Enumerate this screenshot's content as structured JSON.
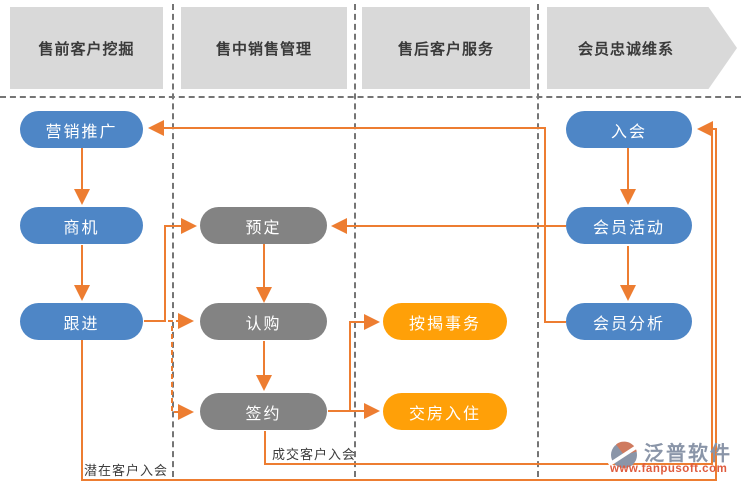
{
  "lanes": [
    {
      "label": "售前客户挖掘"
    },
    {
      "label": "售中销售管理"
    },
    {
      "label": "售后客户服务"
    },
    {
      "label": "会员忠诚维系"
    }
  ],
  "nodes": {
    "marketing": "营销推广",
    "opportunity": "商机",
    "followup": "跟进",
    "reserve": "预定",
    "subscribe": "认购",
    "sign": "签约",
    "mortgage": "按揭事务",
    "movein": "交房入住",
    "join": "入会",
    "member_activity": "会员活动",
    "member_analysis": "会员分析"
  },
  "annotations": {
    "potential_customer_join": "潜在客户入会",
    "deal_customer_join": "成交客户入会"
  },
  "logo": {
    "name": "泛普软件",
    "url": "www.fanpusoft.com"
  },
  "colors": {
    "lane_bg": "#D9D9D9",
    "node_blue": "#4E86C6",
    "node_gray": "#838383",
    "node_orange": "#FFA008",
    "connector_orange": "#ED7D31",
    "divider_gray": "#757575",
    "logo_text": "#8A95A8",
    "logo_url": "#DF5B3E"
  }
}
